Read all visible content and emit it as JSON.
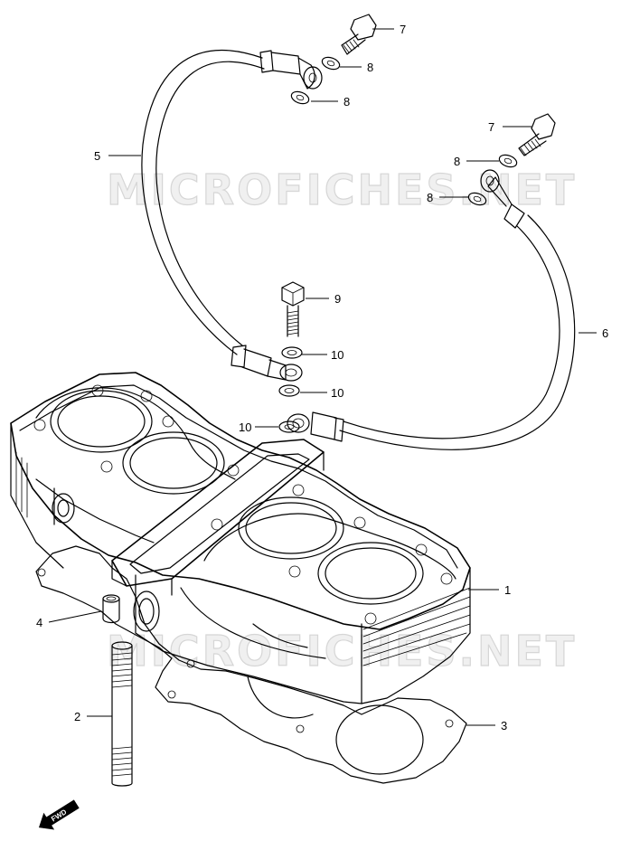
{
  "watermark": {
    "text": "MICROFICHES.NET"
  },
  "direction_arrow": {
    "label": "FWD"
  },
  "callouts": [
    {
      "id": "c1",
      "label": "1"
    },
    {
      "id": "c2",
      "label": "2"
    },
    {
      "id": "c3",
      "label": "3"
    },
    {
      "id": "c4",
      "label": "4"
    },
    {
      "id": "c5",
      "label": "5"
    },
    {
      "id": "c6",
      "label": "6"
    },
    {
      "id": "c7a",
      "label": "7"
    },
    {
      "id": "c7b",
      "label": "7"
    },
    {
      "id": "c8a",
      "label": "8"
    },
    {
      "id": "c8b",
      "label": "8"
    },
    {
      "id": "c8c",
      "label": "8"
    },
    {
      "id": "c8d",
      "label": "8"
    },
    {
      "id": "c9",
      "label": "9"
    },
    {
      "id": "c10a",
      "label": "10"
    },
    {
      "id": "c10b",
      "label": "10"
    },
    {
      "id": "c10c",
      "label": "10"
    }
  ]
}
